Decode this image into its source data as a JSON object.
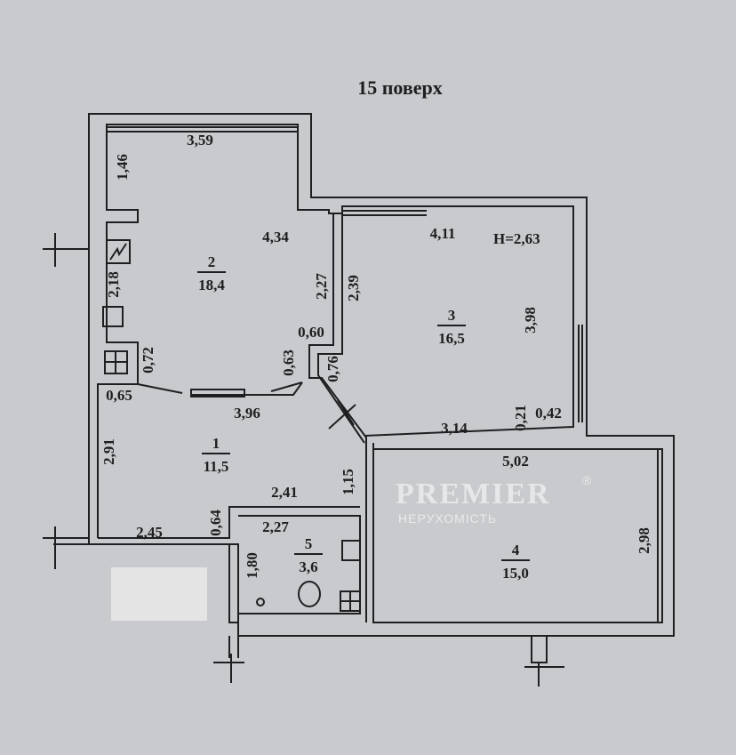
{
  "title": "15 поверх",
  "ceiling_height": "H=2,63",
  "rooms": [
    {
      "number": "1",
      "area": "11,5"
    },
    {
      "number": "2",
      "area": "18,4"
    },
    {
      "number": "3",
      "area": "16,5"
    },
    {
      "number": "4",
      "area": "15,0"
    },
    {
      "number": "5",
      "area": "3,6"
    }
  ],
  "dimensions": {
    "d359": "3,59",
    "d146": "1,46",
    "d434": "4,34",
    "d218": "2,18",
    "d227a": "2,27",
    "d239": "2,39",
    "d060": "0,60",
    "d063": "0,63",
    "d072": "0,72",
    "d065": "0,65",
    "d076": "0,76",
    "d396": "3,96",
    "d411": "4,11",
    "d398": "3,98",
    "d314": "3,14",
    "d021": "0,21",
    "d042": "0,42",
    "d291": "2,91",
    "d502": "5,02",
    "d115": "1,15",
    "d241": "2,41",
    "d227b": "2,27",
    "d064": "0,64",
    "d245": "2,45",
    "d180": "1,80",
    "d298": "2,98"
  },
  "watermark": {
    "brand": "PREMIER",
    "sub": "НЕРУХОМІСТЬ",
    "mark": "®"
  }
}
